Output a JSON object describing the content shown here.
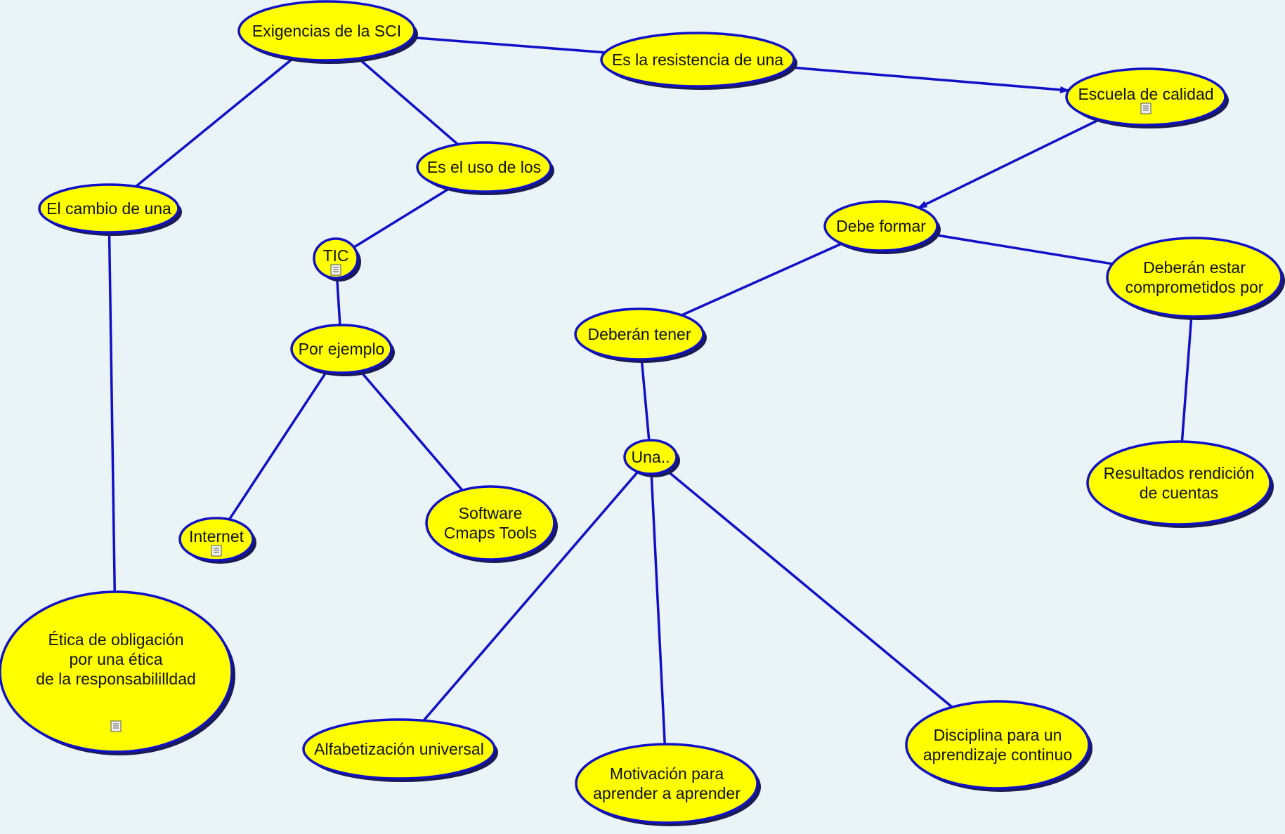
{
  "colors": {
    "background": "#eaf3f6",
    "node_fill": "#ffff00",
    "node_stroke": "#1010c8",
    "node_shadow": "#1a1a55",
    "link": "#1010c8",
    "text": "#111111"
  },
  "nodes": [
    {
      "id": "exigencias",
      "lines": [
        "Exigencias de la SCI"
      ],
      "icon": null
    },
    {
      "id": "resistencia",
      "lines": [
        "Es la resistencia de una"
      ],
      "icon": null
    },
    {
      "id": "escuela",
      "lines": [
        "Escuela de calidad"
      ],
      "icon": "resource-document-icon"
    },
    {
      "id": "uso",
      "lines": [
        "Es el uso de los"
      ],
      "icon": null
    },
    {
      "id": "cambio",
      "lines": [
        "El cambio de una"
      ],
      "icon": null
    },
    {
      "id": "debe_formar",
      "lines": [
        "Debe formar"
      ],
      "icon": null
    },
    {
      "id": "tic",
      "lines": [
        "TIC"
      ],
      "icon": "resource-document-icon"
    },
    {
      "id": "comprometidos",
      "lines": [
        "Deberán estar",
        "comprometidos por"
      ],
      "icon": null
    },
    {
      "id": "deberan_tener",
      "lines": [
        "Deberán tener"
      ],
      "icon": null
    },
    {
      "id": "ejemplo",
      "lines": [
        "Por ejemplo"
      ],
      "icon": null
    },
    {
      "id": "una",
      "lines": [
        "Una.."
      ],
      "icon": null
    },
    {
      "id": "resultados",
      "lines": [
        "Resultados rendición",
        "de cuentas"
      ],
      "icon": null
    },
    {
      "id": "software",
      "lines": [
        "Software",
        "Cmaps Tools"
      ],
      "icon": null
    },
    {
      "id": "internet",
      "lines": [
        "Internet"
      ],
      "icon": "resource-document-icon"
    },
    {
      "id": "etica",
      "lines": [
        "Ética de obligación",
        "por una ética",
        "de la responsabililldad"
      ],
      "icon": "resource-document-icon"
    },
    {
      "id": "alfabetizacion",
      "lines": [
        "Alfabetización universal"
      ],
      "icon": null
    },
    {
      "id": "motivacion",
      "lines": [
        "Motivación para",
        "aprender a aprender"
      ],
      "icon": null
    },
    {
      "id": "disciplina",
      "lines": [
        "Disciplina para un",
        "aprendizaje continuo"
      ],
      "icon": null
    }
  ],
  "links": [
    {
      "from": "exigencias",
      "to": "resistencia",
      "arrow": false
    },
    {
      "from": "resistencia",
      "to": "escuela",
      "arrow": true
    },
    {
      "from": "exigencias",
      "to": "cambio",
      "arrow": false
    },
    {
      "from": "exigencias",
      "to": "uso",
      "arrow": false
    },
    {
      "from": "uso",
      "to": "tic",
      "arrow": false
    },
    {
      "from": "tic",
      "to": "ejemplo",
      "arrow": false
    },
    {
      "from": "ejemplo",
      "to": "internet",
      "arrow": false
    },
    {
      "from": "ejemplo",
      "to": "software",
      "arrow": false
    },
    {
      "from": "cambio",
      "to": "etica",
      "arrow": false
    },
    {
      "from": "escuela",
      "to": "debe_formar",
      "arrow": true
    },
    {
      "from": "debe_formar",
      "to": "deberan_tener",
      "arrow": false
    },
    {
      "from": "debe_formar",
      "to": "comprometidos",
      "arrow": false
    },
    {
      "from": "comprometidos",
      "to": "resultados",
      "arrow": false
    },
    {
      "from": "deberan_tener",
      "to": "una",
      "arrow": false
    },
    {
      "from": "una",
      "to": "alfabetizacion",
      "arrow": false
    },
    {
      "from": "una",
      "to": "motivacion",
      "arrow": false
    },
    {
      "from": "una",
      "to": "disciplina",
      "arrow": false
    }
  ]
}
